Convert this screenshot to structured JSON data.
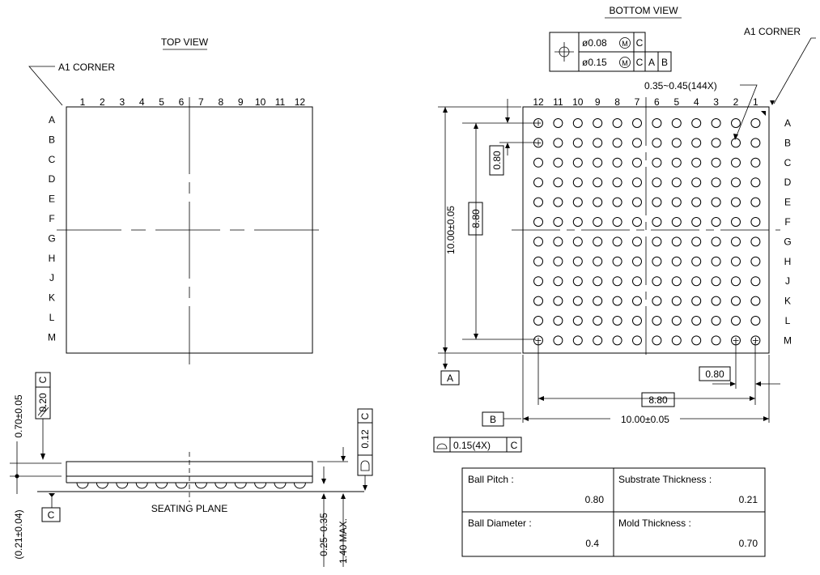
{
  "top_view": {
    "title": "TOP VIEW",
    "a1_corner": "A1 CORNER",
    "cols": [
      "1",
      "2",
      "3",
      "4",
      "5",
      "6",
      "7",
      "8",
      "9",
      "10",
      "11",
      "12"
    ],
    "rows": [
      "A",
      "B",
      "C",
      "D",
      "E",
      "F",
      "G",
      "H",
      "J",
      "K",
      "L",
      "M"
    ]
  },
  "bottom_view": {
    "title": "BOTTOM VIEW",
    "a1_corner": "A1 CORNER",
    "cols": [
      "12",
      "11",
      "10",
      "9",
      "8",
      "7",
      "6",
      "5",
      "4",
      "3",
      "2",
      "1"
    ],
    "rows": [
      "A",
      "B",
      "C",
      "D",
      "E",
      "F",
      "G",
      "H",
      "J",
      "K",
      "L",
      "M"
    ],
    "fcf_row1": {
      "tol": "ø0.08",
      "mod": "M",
      "datums": [
        "C"
      ]
    },
    "fcf_row2": {
      "tol": "ø0.15",
      "mod": "M",
      "datums": [
        "C",
        "A",
        "B"
      ]
    },
    "ball_callout": "0.35~0.45(144X)",
    "pitch_v": "0.80",
    "span_v": "8.80",
    "body_v": "10.00±0.05",
    "pitch_h": "0.80",
    "span_h": "8.80",
    "body_h": "10.00±0.05",
    "datum_a": "A",
    "datum_b": "B",
    "profile_tol": "0.15(4X)",
    "profile_datum": "C"
  },
  "side_view": {
    "parallel_tol": "0.20",
    "parallel_datum": "C",
    "flat_tol": "0.12",
    "flat_datum": "C",
    "mold_thk": "0.70±0.05",
    "substrate_thk": "(0.21±0.04)",
    "ball_height": "0.25~0.35",
    "max_height": "1.40 MAX.",
    "seating_plane": "SEATING PLANE",
    "datum_c": "C"
  },
  "table": [
    {
      "label": "Ball Pitch :",
      "value": "0.80"
    },
    {
      "label": "Substrate Thickness :",
      "value": "0.21"
    },
    {
      "label": "Ball Diameter :",
      "value": "0.4"
    },
    {
      "label": "Mold Thickness :",
      "value": "0.70"
    }
  ]
}
